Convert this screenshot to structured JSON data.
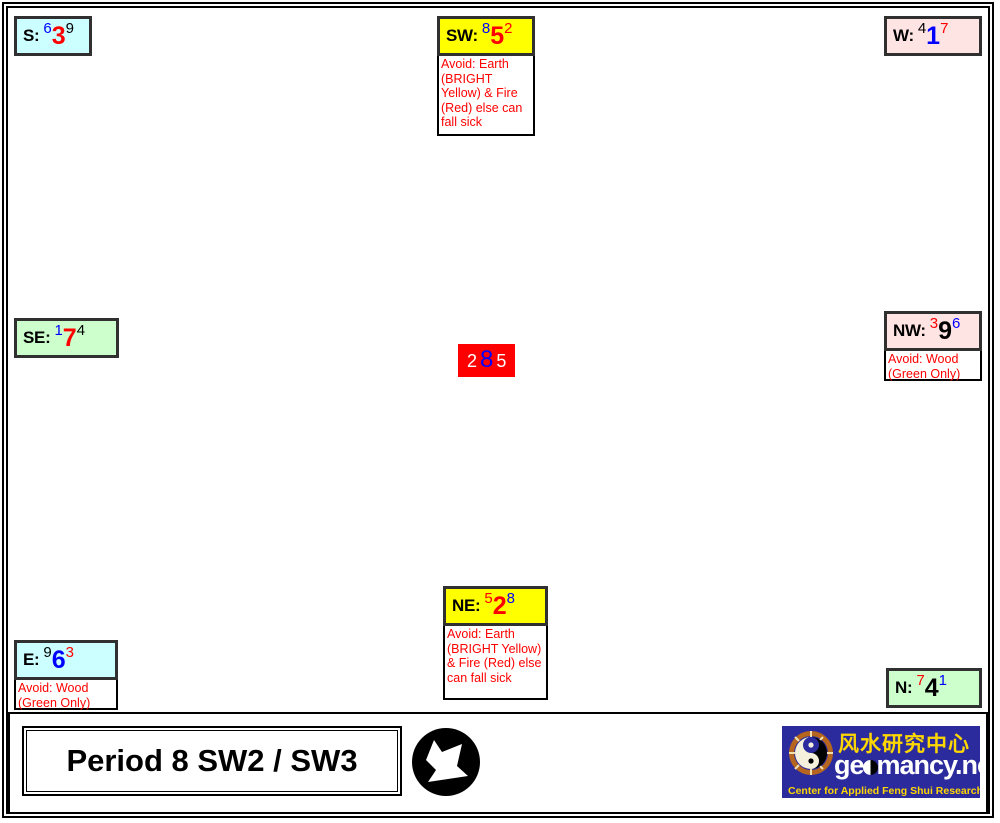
{
  "chart": {
    "title": "Period 8 SW2 / SW3",
    "facing_icon": "southwest-facing-arrow-icon",
    "center": {
      "name": "center-palace",
      "mountain_star": "2",
      "base_star": "8",
      "water_star": "5",
      "background": "#ff0000",
      "mountain_color": "#ffffff",
      "base_color": "#0000ff",
      "water_color": "#ffffff"
    },
    "sectors": [
      {
        "id": "S",
        "label": "S:",
        "mountain_star": "6",
        "base_star": "3",
        "water_star": "9",
        "mountain_color": "#0000ff",
        "base_color": "#ff0000",
        "water_color": "#000000",
        "background": "#ccffff",
        "note": ""
      },
      {
        "id": "SW",
        "label": "SW:",
        "mountain_star": "8",
        "base_star": "5",
        "water_star": "2",
        "mountain_color": "#0000ff",
        "base_color": "#ff0000",
        "water_color": "#ff0000",
        "background": "#ffff00",
        "note": "Avoid: Earth (BRIGHT Yellow) & Fire (Red) else can fall sick"
      },
      {
        "id": "W",
        "label": "W:",
        "mountain_star": "4",
        "base_star": "1",
        "water_star": "7",
        "mountain_color": "#000000",
        "base_color": "#0000ff",
        "water_color": "#ff0000",
        "background": "#ffe4e4",
        "note": ""
      },
      {
        "id": "SE",
        "label": "SE:",
        "mountain_star": "1",
        "base_star": "7",
        "water_star": "4",
        "mountain_color": "#0000ff",
        "base_color": "#ff0000",
        "water_color": "#000000",
        "background": "#ccffcc",
        "note": ""
      },
      {
        "id": "NW",
        "label": "NW:",
        "mountain_star": "3",
        "base_star": "9",
        "water_star": "6",
        "mountain_color": "#ff0000",
        "base_color": "#000000",
        "water_color": "#0000ff",
        "background": "#ffe4e4",
        "note": "Avoid: Wood (Green Only)"
      },
      {
        "id": "E",
        "label": "E:",
        "mountain_star": "9",
        "base_star": "6",
        "water_star": "3",
        "mountain_color": "#000000",
        "base_color": "#0000ff",
        "water_color": "#ff0000",
        "background": "#ccffff",
        "note": "Avoid: Wood (Green Only)"
      },
      {
        "id": "NE",
        "label": "NE:",
        "mountain_star": "5",
        "base_star": "2",
        "water_star": "8",
        "mountain_color": "#ff0000",
        "base_color": "#ff0000",
        "water_color": "#0000ff",
        "background": "#ffff00",
        "note": "Avoid: Earth (BRIGHT Yellow) & Fire (Red) else can fall sick"
      },
      {
        "id": "N",
        "label": "N:",
        "mountain_star": "7",
        "base_star": "4",
        "water_star": "1",
        "mountain_color": "#ff0000",
        "base_color": "#000000",
        "water_color": "#0000ff",
        "background": "#ccffcc",
        "note": ""
      }
    ]
  },
  "logo": {
    "chinese": "风水研究中心",
    "domain_pre": "ge",
    "domain_post": "mancy.net",
    "tagline": "Center for Applied Feng Shui Research",
    "brand_bg": "#2b2b9e",
    "brand_accent": "#ffd700"
  }
}
